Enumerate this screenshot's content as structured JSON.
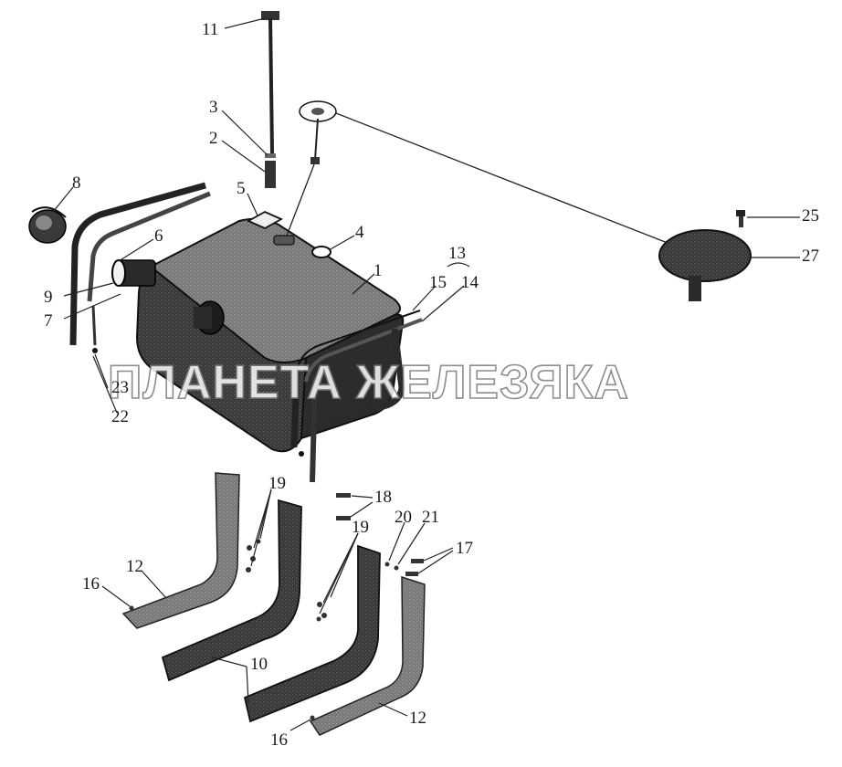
{
  "watermark": "ПЛАНЕТА ЖЕЛЕЗЯКА",
  "callouts": {
    "c1": "1",
    "c2": "2",
    "c3": "3",
    "c4": "4",
    "c5": "5",
    "c6": "6",
    "c7": "7",
    "c8": "8",
    "c9": "9",
    "c10": "10",
    "c11": "11",
    "c12a": "12",
    "c12b": "12",
    "c13": "13",
    "c14": "14",
    "c15": "15",
    "c16a": "16",
    "c16b": "16",
    "c17": "17",
    "c18": "18",
    "c19a": "19",
    "c19b": "19",
    "c20": "20",
    "c21": "21",
    "c22": "22",
    "c23": "23",
    "c25": "25",
    "c27": "27"
  }
}
